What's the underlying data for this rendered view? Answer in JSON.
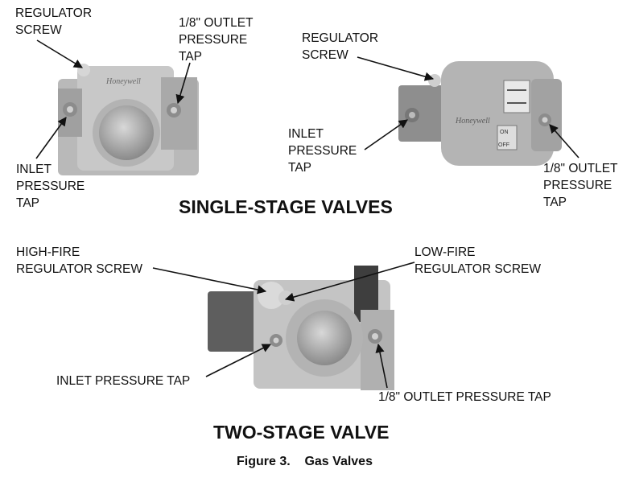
{
  "single_stage": {
    "left": {
      "regulator_screw": "REGULATOR\nSCREW",
      "outlet_tap": "1/8\" OUTLET\nPRESSURE\nTAP",
      "inlet_tap": "INLET\nPRESSURE\nTAP",
      "brand": "Honeywell"
    },
    "right": {
      "regulator_screw": "REGULATOR\nSCREW",
      "inlet_tap": "INLET\nPRESSURE\nTAP",
      "outlet_tap": "1/8\" OUTLET\nPRESSURE\nTAP",
      "brand": "Honeywell",
      "switch_on": "ON",
      "switch_off": "OFF"
    },
    "heading": "SINGLE-STAGE VALVES"
  },
  "two_stage": {
    "high_fire": "HIGH-FIRE\nREGULATOR SCREW",
    "low_fire": "LOW-FIRE\nREGULATOR SCREW",
    "inlet_tap": "INLET PRESSURE TAP",
    "outlet_tap": "1/8\" OUTLET PRESSURE TAP",
    "heading": "TWO-STAGE VALVE"
  },
  "caption": "Figure 3.    Gas Valves"
}
